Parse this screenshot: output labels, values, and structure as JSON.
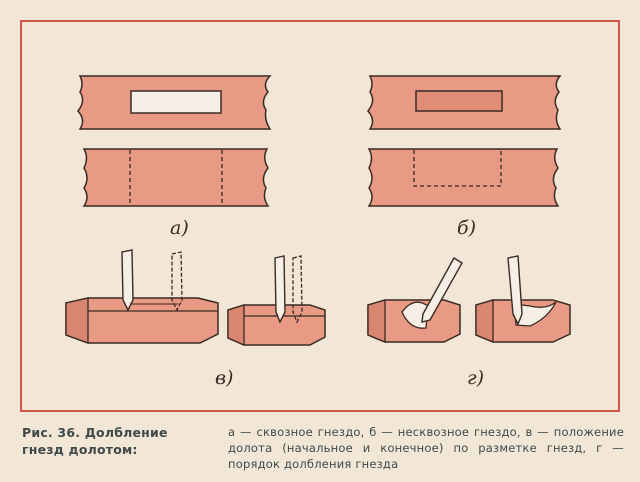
{
  "figure": {
    "labels": {
      "a": "а)",
      "b": "б)",
      "v": "в)",
      "g": "г)"
    }
  },
  "caption": {
    "title": "Рис. 36. Долбление гнезд долотом:",
    "text": "а — сквозное гнездо, б — несквозное гнездо, в — положение долота (начальное и конечное) по разметке гнезд, г — порядок долбления гнезда"
  },
  "colors": {
    "wood": "#e89a85",
    "wood_dark": "#d98670",
    "frame": "#c95a4a",
    "ink": "#3a2a24",
    "caption_text": "#3f4a4a",
    "paper": "#f2e6d6"
  }
}
